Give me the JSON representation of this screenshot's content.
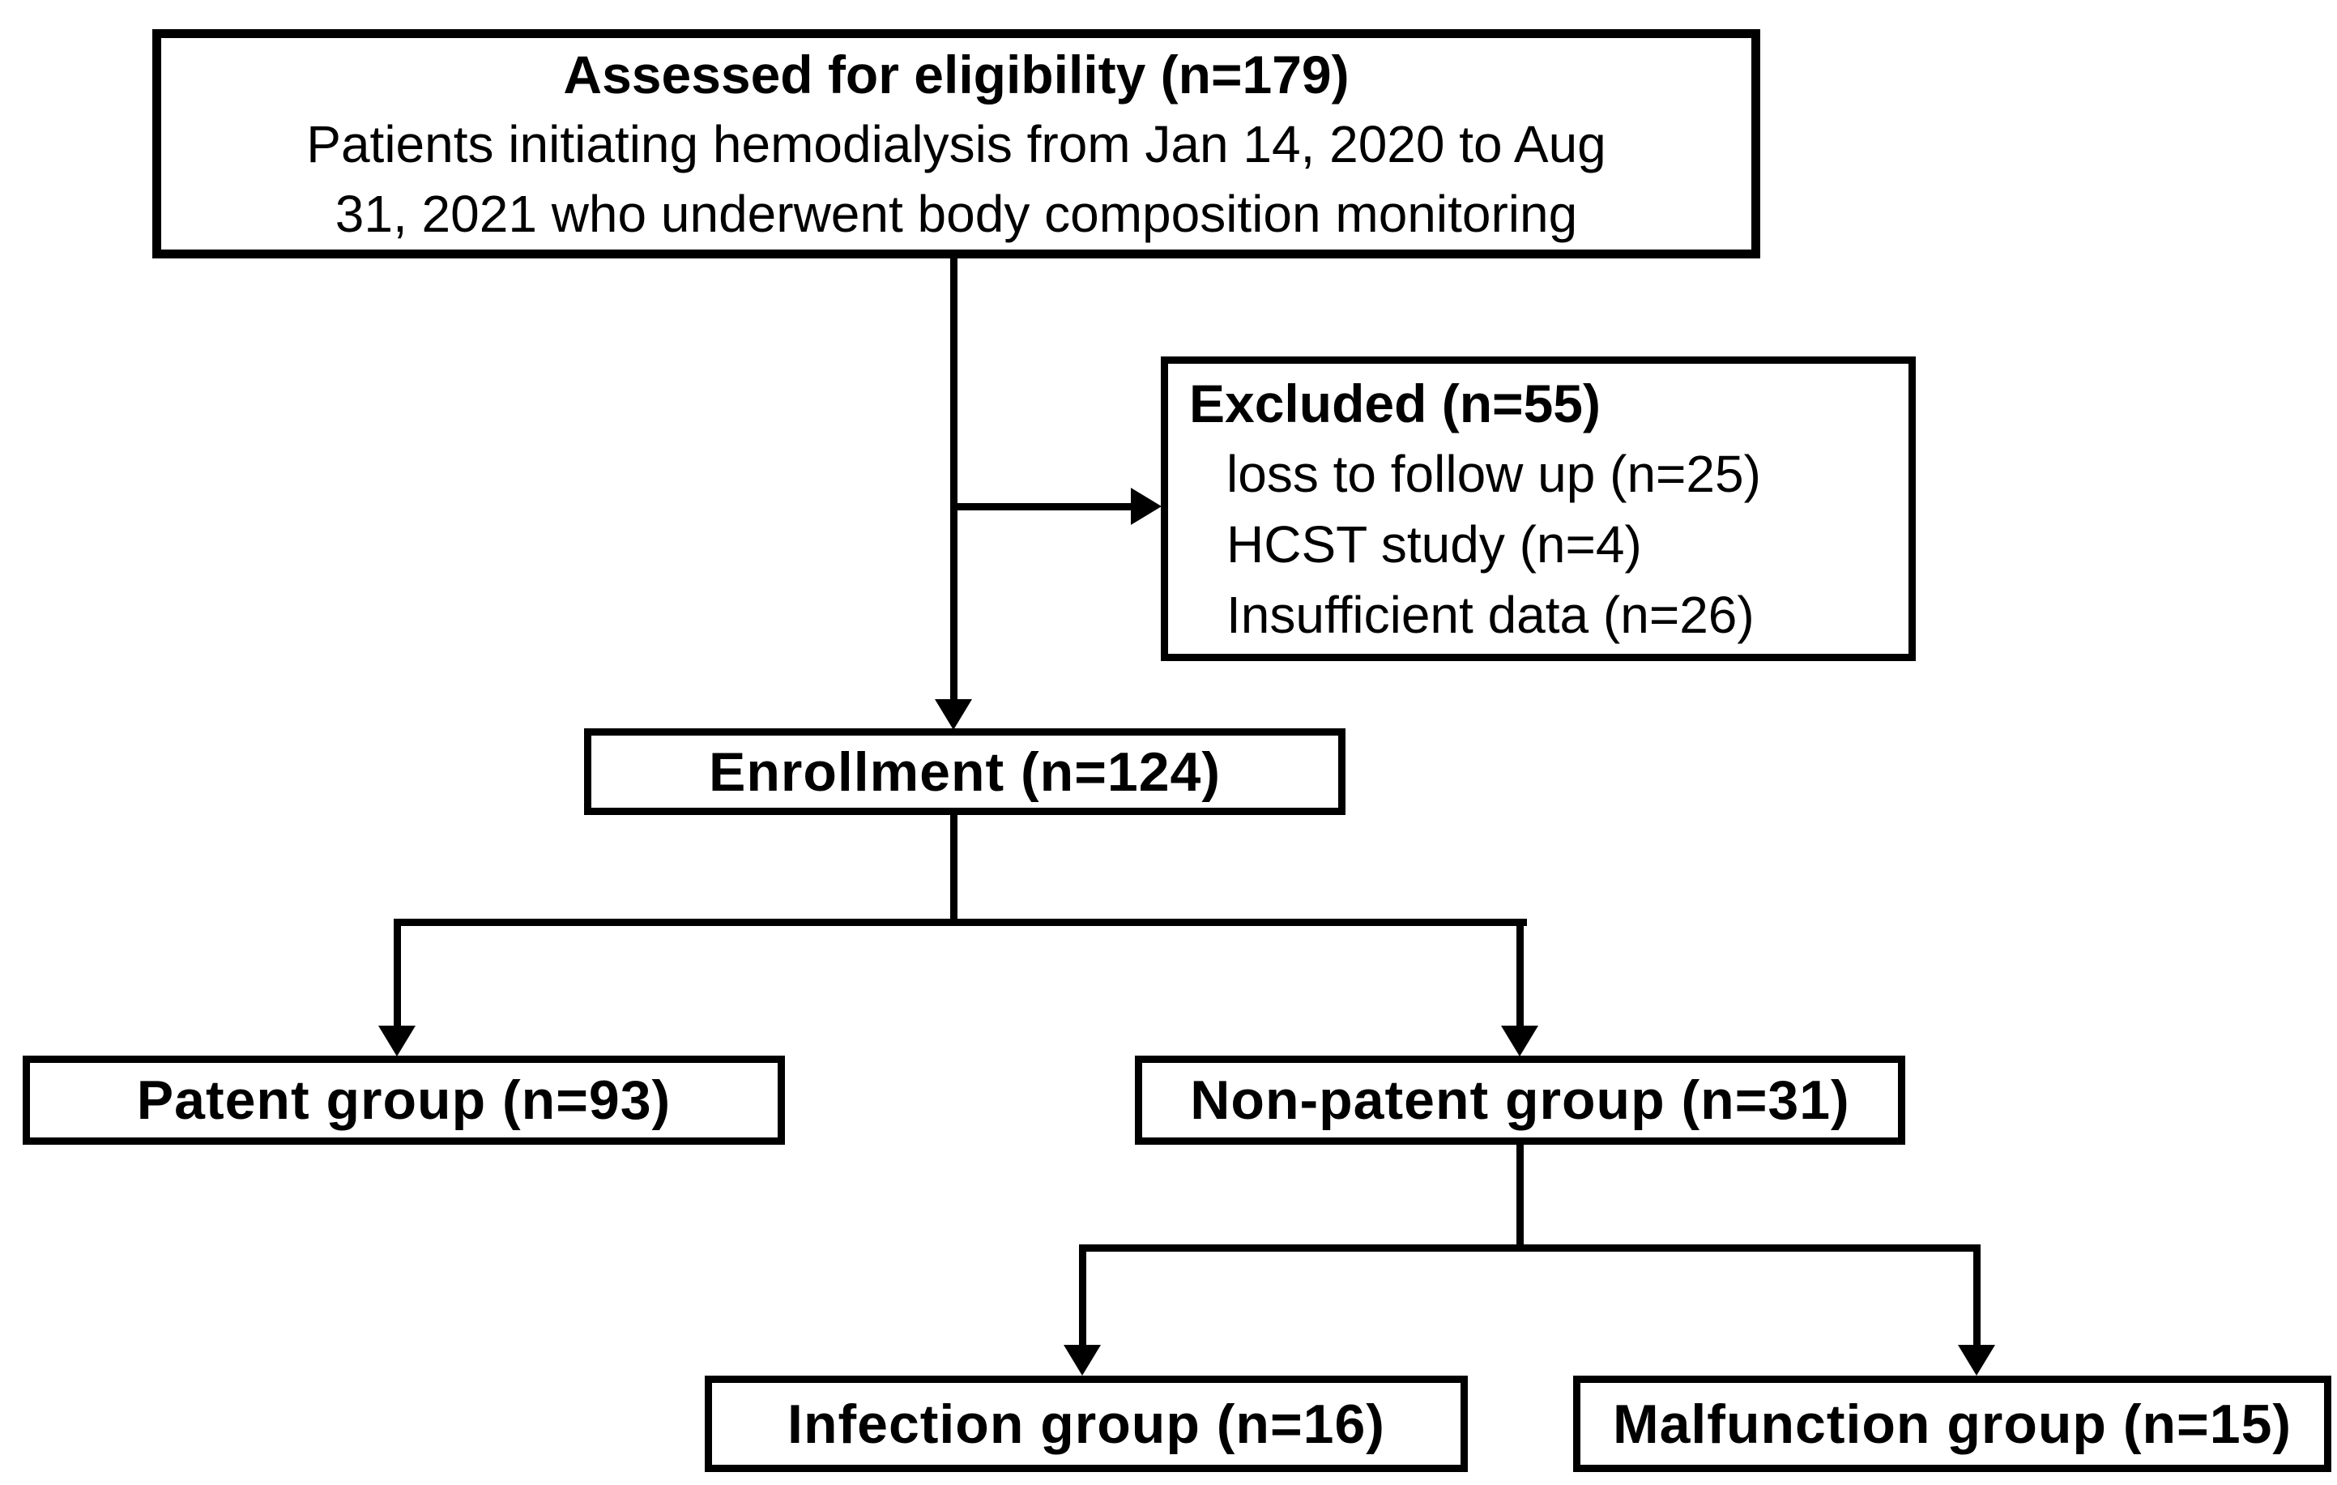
{
  "figure": {
    "background_color": "#ffffff",
    "line_color": "#000000",
    "text_color": "#000000"
  },
  "boxes": {
    "assessed": {
      "title": "Assessed for eligibility (n=179)",
      "body_lines": [
        "Patients initiating hemodialysis from Jan 14, 2020 to Aug",
        "31, 2021 who underwent body composition monitoring"
      ]
    },
    "excluded": {
      "title": "Excluded (n=55)",
      "items": [
        "loss to follow up (n=25)",
        "HCST study (n=4)",
        "Insufficient data (n=26)"
      ]
    },
    "enrollment": {
      "title": "Enrollment (n=124)"
    },
    "patent": {
      "title": "Patent group (n=93)"
    },
    "non_patent": {
      "title": "Non-patent group (n=31)"
    },
    "infection": {
      "title": "Infection group (n=16)"
    },
    "malfunction": {
      "title": "Malfunction group (n=15)"
    }
  }
}
